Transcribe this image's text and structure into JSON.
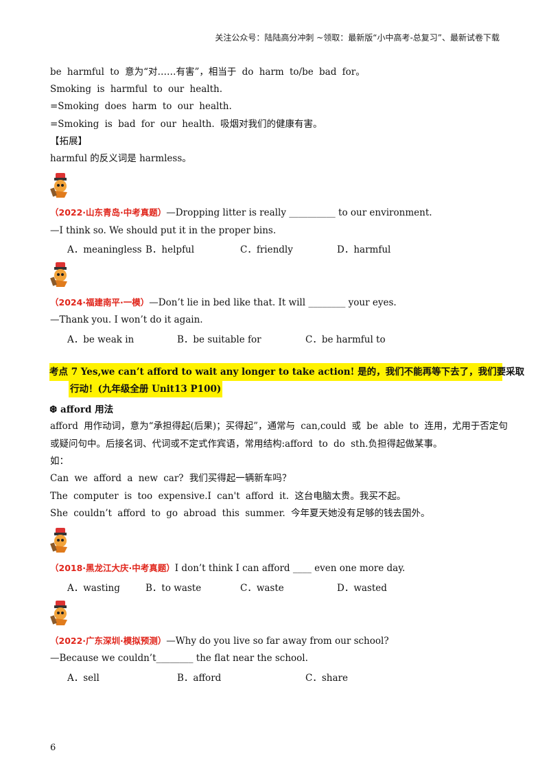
{
  "header": "关注公众号：陆陆高分冲刺 ~领取：最新版“小中高考-总复习”、最新试卷下载",
  "lines": {
    "l1": "be harmful to 意为“对……有害”，相当于 do harm to/be bad for。",
    "l2": "Smoking is harmful to our health.",
    "l3": "=Smoking does harm to our health.",
    "l4": "=Smoking is bad for our health. 吸烟对我们的健康有害。",
    "l5": "【拓展】",
    "l6": "harmful 的反义词是 harmless。"
  },
  "q1": {
    "source": "（2022·山东青岛·中考真题）",
    "stem": "—Dropping litter is really __________ to our environment.",
    "reply": "—I think so. We should put it in the proper bins.",
    "options": [
      "A．meaningless",
      "B．helpful",
      "C．friendly",
      "D．harmful"
    ]
  },
  "q2": {
    "source": "（2024·福建南平·一模）",
    "stem": "—Don’t lie in bed like that. It will ________ your eyes.",
    "reply": "—Thank you. I won’t do it again.",
    "options": [
      "A．be weak in",
      "B．be suitable for",
      "C．be harmful to"
    ]
  },
  "point7": {
    "line1": "考点 7 Yes,we can’t afford to wait any longer to take action! 是的，我们不能再等下去了，我们要采取",
    "line2": "行动！(九年级全册 Unit13  P100)",
    "usage_icon": "❆",
    "usage_title": "afford 用法",
    "p1": "afford 用作动词，意为“承担得起(后果)；买得起”，通常与 can,could 或 be able to 连用，尤用于否定句",
    "p2": "或疑问句中。后接名词、代词或不定式作宾语，常用结构:afford to do sth.负担得起做某事。",
    "p3": "如：",
    "e1": "Can we afford a new car? 我们买得起一辆新车吗？",
    "e2": "The computer is too expensive.I can't afford it. 这台电脑太贵。我买不起。",
    "e3": "She couldn’t afford to go abroad this summer. 今年夏天她没有足够的钱去国外。"
  },
  "q3": {
    "source": "（2018·黑龙江大庆·中考真题）",
    "stem": "I don’t think I can afford ____ even one more day.",
    "options": [
      "A．wasting",
      "B．to waste",
      "C．waste",
      "D．wasted"
    ]
  },
  "q4": {
    "source": "（2022·广东深圳·模拟预测）",
    "stem": "—Why do you live so far away from our school?",
    "reply": "—Because we couldn’t________ the flat near the school.",
    "options": [
      "A．sell",
      "B．afford",
      "C．share"
    ]
  },
  "page_number": "6",
  "colors": {
    "source_red": "#e0251b",
    "highlight": "#fff200"
  },
  "icons": {
    "mascot": "pencil-mascot-icon"
  }
}
